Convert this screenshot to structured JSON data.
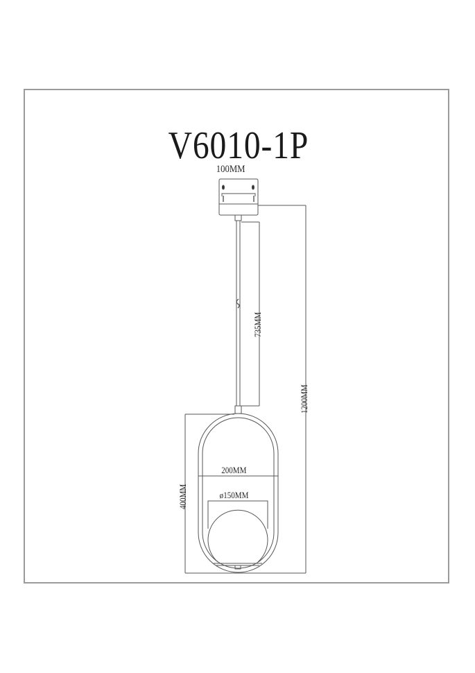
{
  "drawing": {
    "model": "V6010-1P",
    "dimensions": {
      "canopy_width": "100MM",
      "rod_length": "735MM",
      "total_height": "1200MM",
      "ring_width": "200MM",
      "ring_height": "400MM",
      "globe_diameter": "ø150MM"
    },
    "colors": {
      "line": "#555555",
      "frame": "#9a9a9a",
      "text": "#1a1a1a",
      "background": "#ffffff"
    }
  }
}
